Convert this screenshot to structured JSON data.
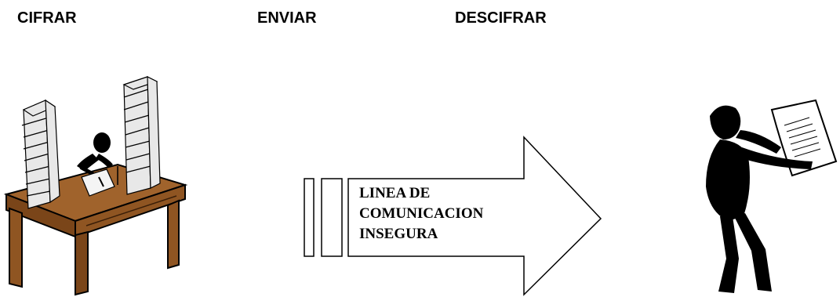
{
  "steps": {
    "encrypt": "CIFRAR",
    "send": "ENVIAR",
    "decrypt": "DESCIFRAR"
  },
  "channel": {
    "line1": "LINEA DE",
    "line2": "COMUNICACION",
    "line3": "INSEGURA"
  },
  "colors": {
    "desk": "#a0632c",
    "desk_dark": "#6b3d16",
    "paper": "#eeeeee",
    "ink": "#000000"
  },
  "icons": {
    "sender": "person-writing-at-desk",
    "receiver": "person-reading-document"
  }
}
